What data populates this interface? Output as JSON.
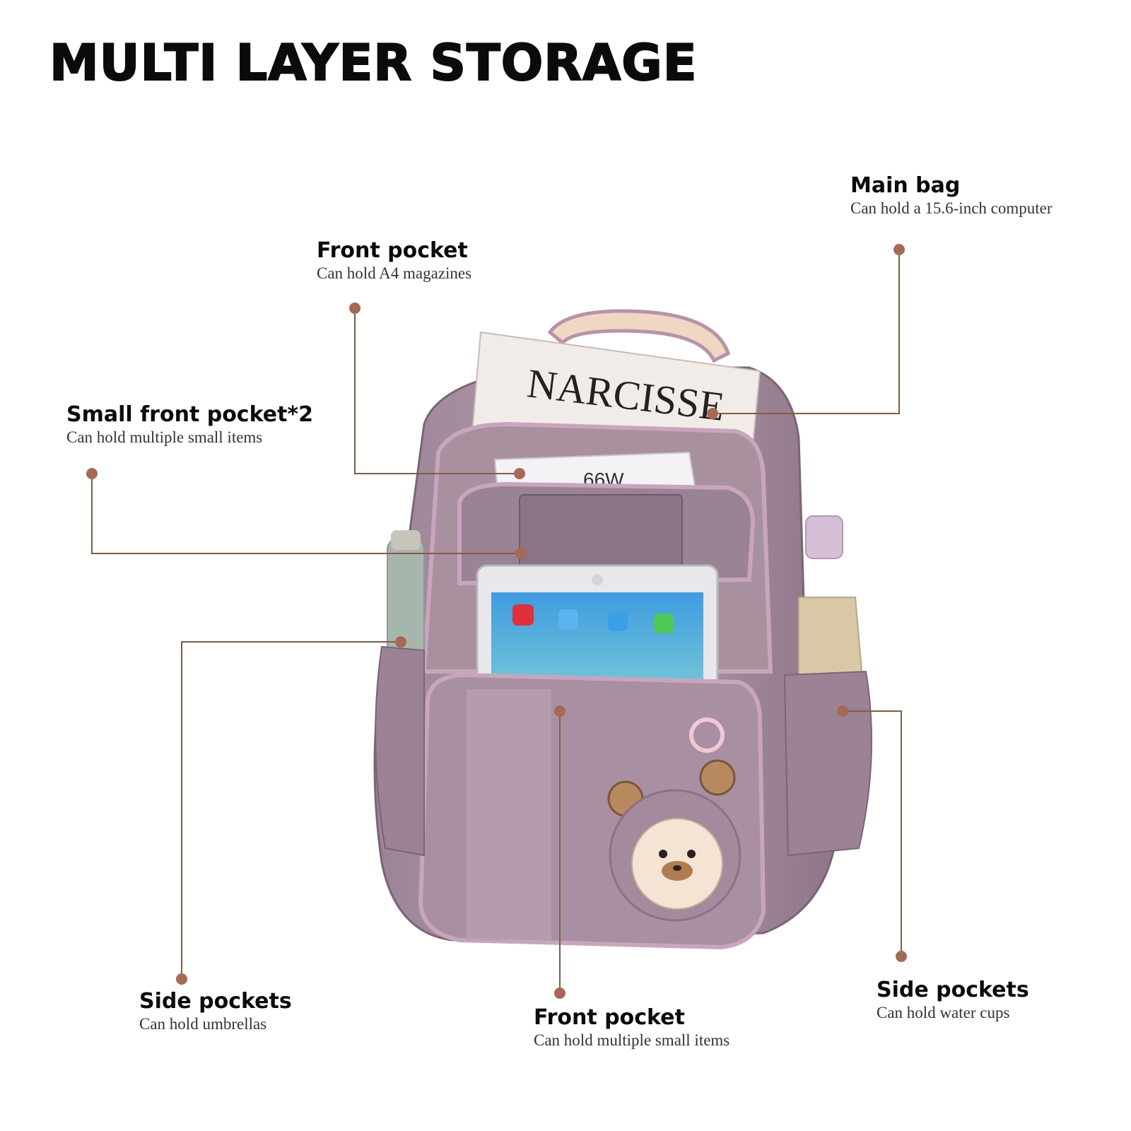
{
  "headline": "MULTI LAYER STORAGE",
  "colors": {
    "leader": "#8b5a45",
    "bag": "#a68e9f",
    "bag_dark": "#8f7689",
    "accent": "#c9a5bd"
  },
  "callouts": {
    "main_bag": {
      "title": "Main bag",
      "desc": "Can hold a 15.6-inch computer"
    },
    "front_pocket_top": {
      "title": "Front pocket",
      "desc": "Can hold A4 magazines"
    },
    "small_front_pocket": {
      "title": "Small front pocket*2",
      "desc": "Can hold multiple small items"
    },
    "side_pockets_left": {
      "title": "Side pockets",
      "desc": "Can hold umbrellas"
    },
    "front_pocket_bottom": {
      "title": "Front pocket",
      "desc": "Can hold multiple small items"
    },
    "side_pockets_right": {
      "title": "Side pockets",
      "desc": "Can hold water cups"
    }
  },
  "product": {
    "magazine_title": "NARCISSE",
    "charger_label": "66W"
  }
}
